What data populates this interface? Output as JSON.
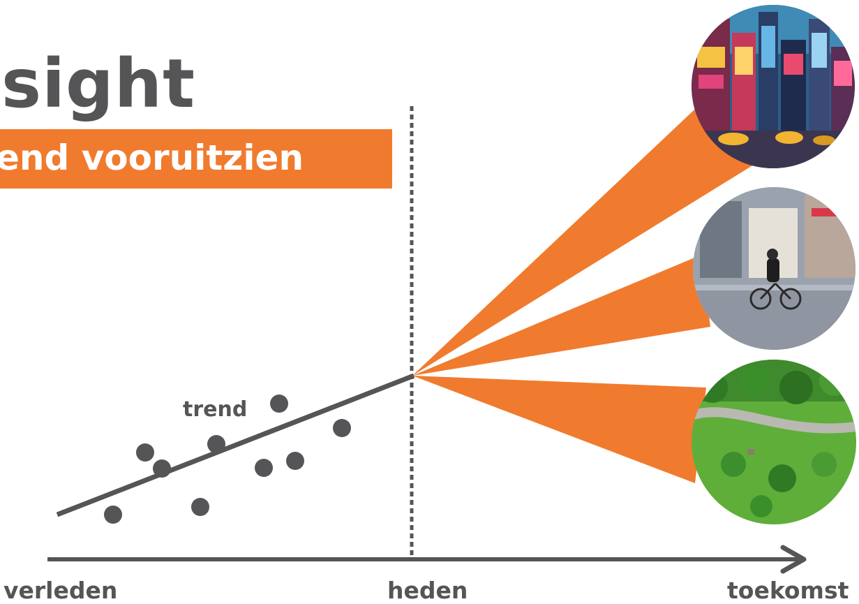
{
  "title": "sight",
  "subtitle": "end vooruitzien",
  "axis": {
    "past_label": "verleden",
    "present_label": "heden",
    "future_label": "toekomst"
  },
  "trend_label": "trend",
  "colors": {
    "accent": "#f07b2e",
    "ink": "#555557"
  },
  "scenarios": [
    {
      "icon": "city-night-photo"
    },
    {
      "icon": "cyclist-street-photo"
    },
    {
      "icon": "park-aerial-photo"
    }
  ]
}
